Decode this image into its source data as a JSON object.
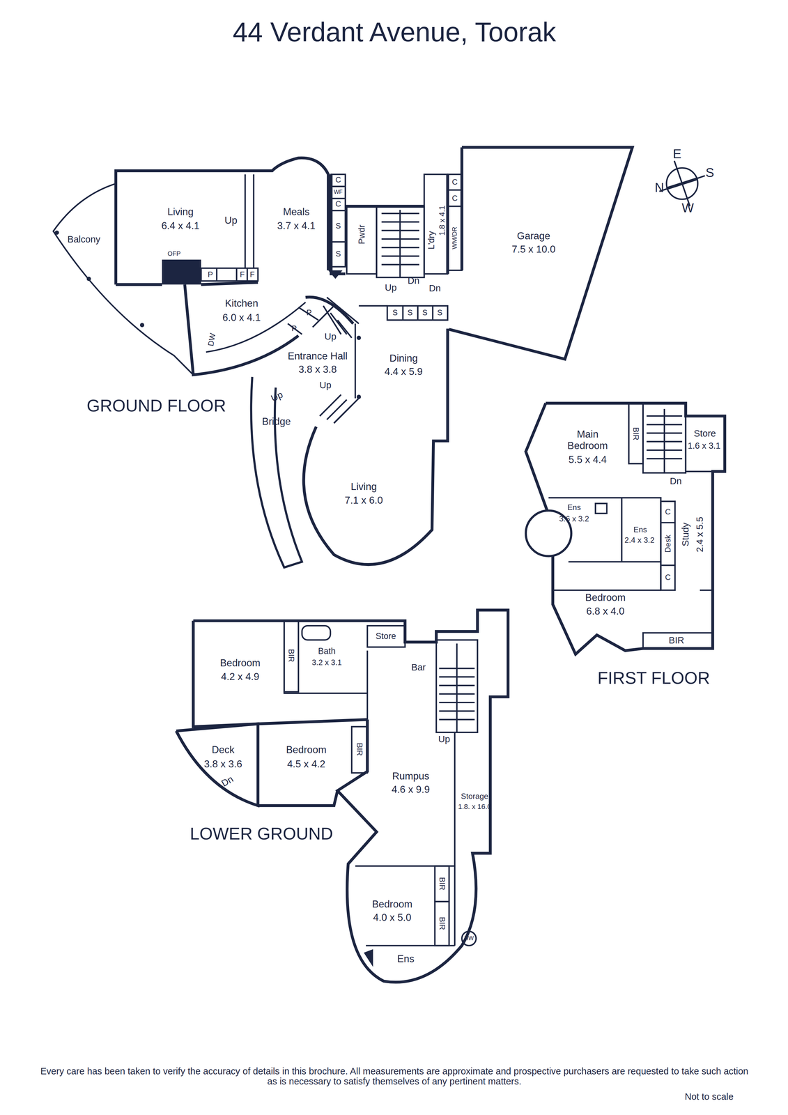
{
  "diagram": {
    "title": "44 Verdant Avenue, Toorak",
    "caption": "Every care has been taken to verify the accuracy of details in this brochure. All measurements are approximate and prospective purchasers are requested to take such action as is necessary to satisfy themselves of any pertinent matters.",
    "labels": [
      "Living",
      "6.4 x 4.1",
      "Balcony",
      "Up",
      "Meals",
      "3.7 x 4.1",
      "OFP",
      "P",
      "F",
      "F",
      "C",
      "WF",
      "C",
      "S",
      "S",
      "Pwdr",
      "L'dry",
      "1.8 x 4.1",
      "C",
      "C",
      "WM/DR",
      "Up",
      "Dn",
      "Dn",
      "Garage",
      "7.5 x 10.0",
      "Kitchen",
      "6.0 x 4.1",
      "P",
      "P",
      "DW",
      "Up",
      "Entrance Hall",
      "3.8 x 3.8",
      "S",
      "S",
      "S",
      "S",
      "Dining",
      "4.4 x 5.9",
      "Up",
      "Up",
      "GROUND FLOOR",
      "Bridge",
      "Living",
      "7.1 x 6.0",
      "Main Bedroom",
      "5.5 x 4.4",
      "BIR",
      "Store",
      "1.6 x 3.1",
      "Dn",
      "Ens",
      "3.6 x 3.2",
      "Ens",
      "2.4 x 3.2",
      "C",
      "Desk",
      "C",
      "Study",
      "2.4 x 5.5",
      "Bedroom",
      "6.8 x 4.0",
      "BIR",
      "FIRST FLOOR",
      "Bedroom",
      "4.2 x 4.9",
      "BIR",
      "Bath",
      "3.2 x 3.1",
      "Store",
      "Bar",
      "Deck",
      "3.8 x 3.6",
      "Dn",
      "Bedroom",
      "4.5 x 4.2",
      "BIR",
      "Up",
      "Rumpus",
      "4.6 x 9.9",
      "Storage",
      "1.8. x 16.0",
      "LOWER GROUND",
      "BIR",
      "BIR",
      "Bedroom",
      "4.0 x 5.0",
      "HW",
      "Ens",
      "E",
      "S",
      "N",
      "W",
      "Not to scale"
    ]
  }
}
